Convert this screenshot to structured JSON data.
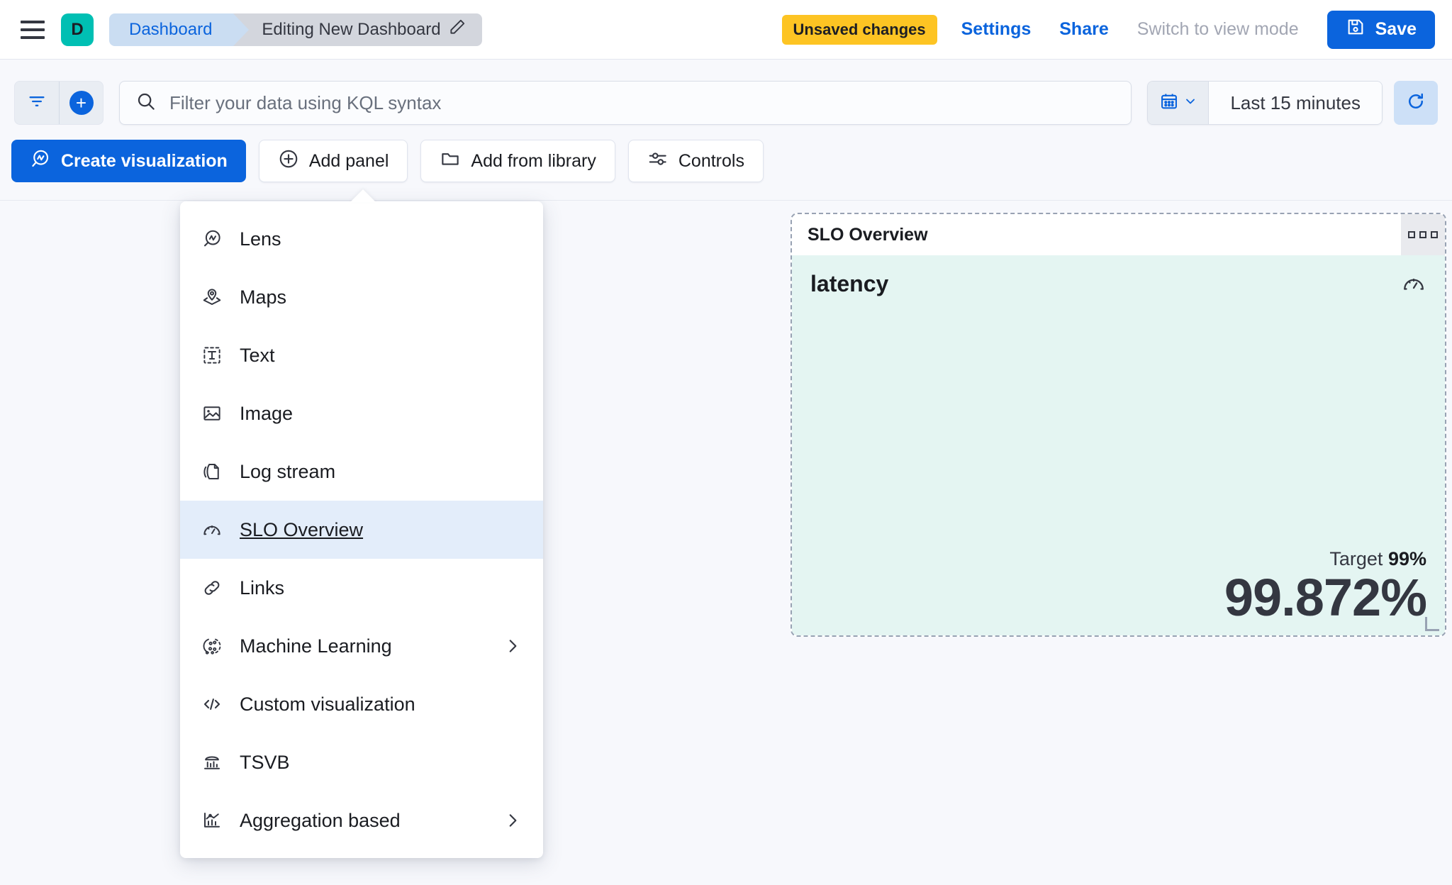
{
  "header": {
    "menu_icon": "hamburger-icon",
    "space_initial": "D",
    "breadcrumbs": [
      {
        "label": "Dashboard"
      },
      {
        "label": "Editing New Dashboard",
        "edit_icon": "pencil-icon"
      }
    ],
    "unsaved_badge": "Unsaved changes",
    "settings_link": "Settings",
    "share_link": "Share",
    "view_mode_link": "Switch to view mode",
    "save_label": "Save",
    "save_icon": "save-disk-icon",
    "accent_color": "#0B64DD",
    "badge_color": "#FDC423",
    "space_color": "#00BFB3"
  },
  "querybar": {
    "filter_icon": "filter-icon",
    "add_filter_icon": "plus-circle-icon",
    "search_icon": "search-icon",
    "placeholder": "Filter your data using KQL syntax",
    "value": "",
    "calendar_icon": "calendar-icon",
    "chevron_icon": "chevron-down-icon",
    "time_range": "Last 15 minutes",
    "refresh_icon": "refresh-icon"
  },
  "toolbar": {
    "create_visualization": "Create visualization",
    "create_visualization_icon": "lens-icon",
    "add_panel": "Add panel",
    "add_panel_icon": "plus-circle-outline-icon",
    "add_from_library": "Add from library",
    "add_from_library_icon": "folder-icon",
    "controls": "Controls",
    "controls_icon": "sliders-icon"
  },
  "add_panel_menu": {
    "items": [
      {
        "label": "Lens",
        "icon": "lens-icon",
        "has_submenu": false,
        "selected": false
      },
      {
        "label": "Maps",
        "icon": "map-marker-icon",
        "has_submenu": false,
        "selected": false
      },
      {
        "label": "Text",
        "icon": "text-box-icon",
        "has_submenu": false,
        "selected": false
      },
      {
        "label": "Image",
        "icon": "image-icon",
        "has_submenu": false,
        "selected": false
      },
      {
        "label": "Log stream",
        "icon": "log-stream-icon",
        "has_submenu": false,
        "selected": false
      },
      {
        "label": "SLO Overview",
        "icon": "gauge-icon",
        "has_submenu": false,
        "selected": true
      },
      {
        "label": "Links",
        "icon": "link-icon",
        "has_submenu": false,
        "selected": false
      },
      {
        "label": "Machine Learning",
        "icon": "ml-icon",
        "has_submenu": true,
        "selected": false
      },
      {
        "label": "Custom visualization",
        "icon": "code-icon",
        "has_submenu": false,
        "selected": false
      },
      {
        "label": "TSVB",
        "icon": "tsvb-icon",
        "has_submenu": false,
        "selected": false
      },
      {
        "label": "Aggregation based",
        "icon": "aggregation-icon",
        "has_submenu": true,
        "selected": false
      }
    ]
  },
  "slo_panel": {
    "title": "SLO Overview",
    "menu_icon": "panel-context-menu-icon",
    "slo_name": "latency",
    "gauge_icon": "gauge-icon",
    "target_label": "Target",
    "target_value": "99%",
    "sli_value": "99.872%",
    "background_color": "#E4F5F2",
    "border_color": "#98A2B3"
  }
}
